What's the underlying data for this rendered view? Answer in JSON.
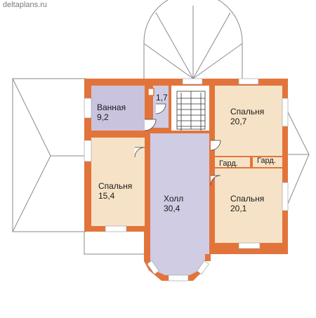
{
  "watermark": "deltaplans.ru",
  "colors": {
    "wall": "#e2743b",
    "bath": "#c9c3de",
    "hall": "#cfcce3",
    "bed": "#f6e3c7",
    "roof_line": "#8a8a8a"
  },
  "rooms": {
    "bath": {
      "name": "Ванная",
      "area": "9,2"
    },
    "wc": {
      "area": "1,7"
    },
    "bed_ne": {
      "name": "Спальня",
      "area": "20,7"
    },
    "bed_w": {
      "name": "Спальня",
      "area": "15,4"
    },
    "hall": {
      "name": "Холл",
      "area": "30,4"
    },
    "bed_se": {
      "name": "Спальня",
      "area": "20,1"
    },
    "ward1": {
      "name": "Гард."
    },
    "ward2": {
      "name": "Гард."
    }
  }
}
